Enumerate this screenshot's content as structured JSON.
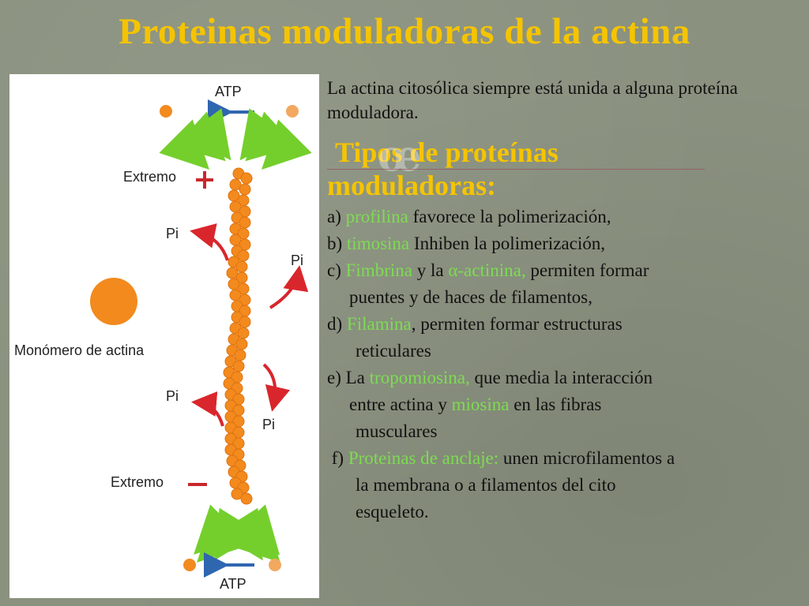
{
  "title": "Proteinas moduladoras de la actina",
  "figure": {
    "labels": {
      "atp_top": "ATP",
      "atp_bottom": "ATP",
      "extremo_plus": "Extremo",
      "extremo_minus": "Extremo",
      "pi_1": "Pi",
      "pi_2": "Pi",
      "pi_3": "Pi",
      "pi_4": "Pi",
      "monomer": "Monómero de actina"
    },
    "colors": {
      "monomer": "#f28a1e",
      "arrow_green": "#74cf2c",
      "arrow_blue": "#2f66b0",
      "arrow_red": "#d9262c",
      "plus_minus": "#c8282c"
    }
  },
  "text": {
    "intro": "La actina citosólica siempre está unida a alguna proteína moduladora.",
    "subhead_line1": "Tipos de proteínas",
    "subhead_line2": "moduladoras:",
    "deco_glyph": "œ",
    "items": [
      {
        "prefix": "a) ",
        "hl": "profilina",
        "rest": " favorece  la polimerización,"
      },
      {
        "prefix": "b) ",
        "hl": "timosina",
        "rest": " Inhiben la polimerización,"
      },
      {
        "prefix": "c) ",
        "hl": "Fimbrina",
        "mid": " y la ",
        "hl2": "α-actinina,",
        "rest": " permiten formar",
        "cont": "puentes y de haces de filamentos,"
      },
      {
        "prefix": "d) ",
        "hl": "Filamina",
        "rest": ", permiten formar estructuras",
        "cont": "reticulares"
      },
      {
        "prefix": "e) La ",
        "hl": "tropomiosina,",
        "rest": " que media la interacción",
        "cont_a": "entre actina y ",
        "cont_hl": "miosina",
        "cont_b": " en las fibras",
        "cont2": "musculares"
      },
      {
        "prefix": " f) ",
        "hl": "Proteinas de anclaje:",
        "rest": " unen microfilamentos a",
        "cont": "la membrana o a filamentos del cito",
        "cont2": "esqueleto."
      }
    ]
  }
}
